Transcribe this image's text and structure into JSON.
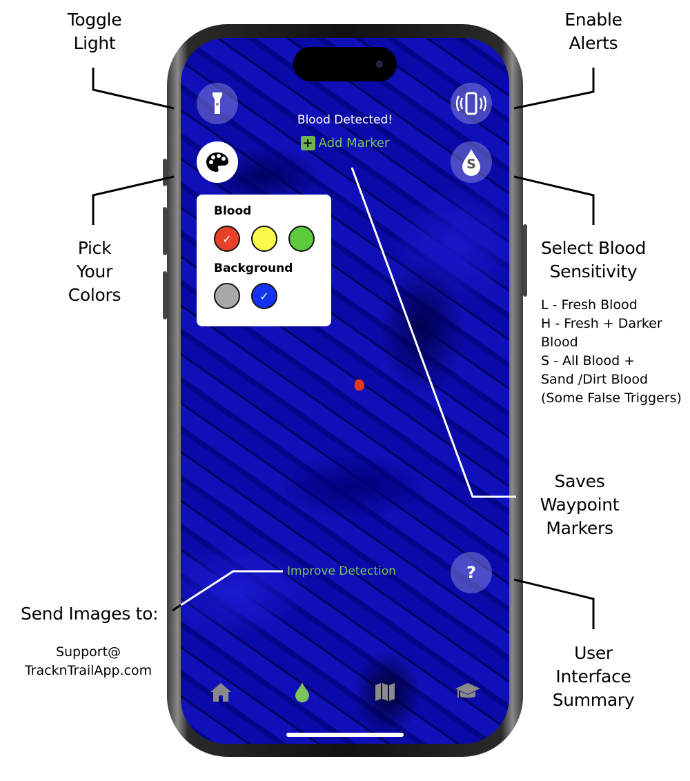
{
  "annotations": {
    "toggle_light": [
      "Toggle",
      "Light"
    ],
    "enable_alerts": [
      "Enable",
      "Alerts"
    ],
    "pick_colors": [
      "Pick",
      "Your",
      "Colors"
    ],
    "select_sensitivity": [
      "Select Blood",
      "Sensitivity"
    ],
    "sensitivity_levels": [
      "L - Fresh Blood",
      "H - Fresh + Darker",
      "Blood",
      "S - All Blood +",
      "Sand /Dirt Blood",
      "(Some False Triggers)"
    ],
    "saves_waypoint": [
      "Saves",
      "Waypoint",
      "Markers"
    ],
    "send_images": "Send Images to:",
    "support_email": [
      "Support@",
      "TracknTrailApp.com"
    ],
    "ui_summary": [
      "User",
      "Interface",
      "Summary"
    ]
  },
  "app": {
    "status": "Blood Detected!",
    "add_marker": "Add Marker",
    "sensitivity_letter": "S",
    "help": "?",
    "improve_detection": "Improve Detection",
    "color_panel": {
      "blood_label": "Blood",
      "blood_colors": [
        {
          "color": "#e8432a",
          "selected": true
        },
        {
          "color": "#fafa4a",
          "selected": false
        },
        {
          "color": "#5ccc3c",
          "selected": false
        }
      ],
      "background_label": "Background",
      "background_colors": [
        {
          "color": "#a9a9a9",
          "selected": false
        },
        {
          "color": "#1433f0",
          "selected": true
        }
      ],
      "check": "✓"
    },
    "tabs": [
      "home",
      "blood-tracking",
      "map",
      "learn"
    ],
    "active_tab": "blood-tracking"
  },
  "colors": {
    "accent": "#7cc35a",
    "background": "#0a0aa0"
  }
}
